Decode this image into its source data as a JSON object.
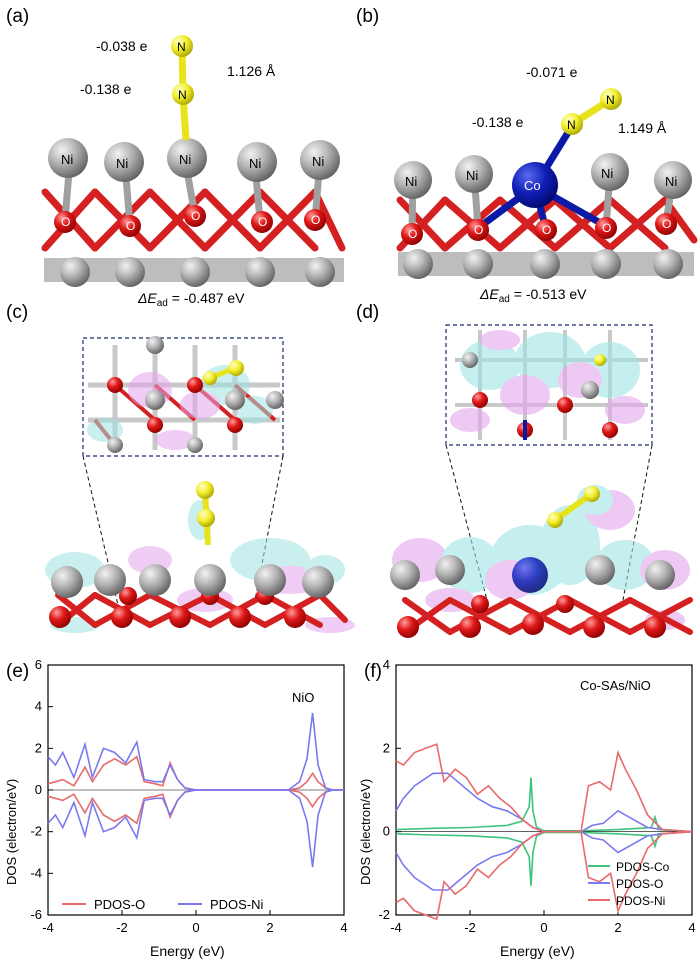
{
  "panels": {
    "a": {
      "label": "(a)",
      "charge_top": "-0.038 e",
      "charge_low": "-0.138 e",
      "bond": "1.126 Å",
      "atom_labels": [
        "Ni",
        "Ni",
        "Ni",
        "Ni",
        "Ni"
      ],
      "o_label": "O",
      "energy_prefix": "ΔE",
      "energy_sub": "ad",
      "energy_value": " = -0.487 eV",
      "n_label": "N"
    },
    "b": {
      "label": "(b)",
      "charge_top": "-0.071 e",
      "charge_low": "-0.138 e",
      "bond": "1.149 Å",
      "atom_labels": [
        "Ni",
        "Ni",
        "Ni",
        "Ni"
      ],
      "co_label": "Co",
      "o_label": "O",
      "energy_prefix": "ΔE",
      "energy_sub": "ad",
      "energy_value": " = -0.513 eV",
      "n_label": "N"
    },
    "c": {
      "label": "(c)"
    },
    "d": {
      "label": "(d)"
    }
  },
  "colors": {
    "ni": "#9a9a9a",
    "o": "#d81e1e",
    "n": "#f2ee2a",
    "co": "#0a1aa6",
    "cyan_iso": "#9fe3e3",
    "pink_iso": "#e4a6ec",
    "pdos_o_e": "#e86a6a",
    "pdos_ni_e": "#7a7af0",
    "pdos_co": "#3cc47a",
    "pdos_o_f": "#7a7af0",
    "pdos_ni_f": "#e86a6a"
  },
  "chart_data": [
    {
      "id": "e",
      "panel_label": "(e)",
      "type": "line",
      "annotation": "NiO",
      "xlabel": "Energy (eV)",
      "ylabel": "DOS (electron/eV)",
      "xlim": [
        -4,
        4
      ],
      "ylim": [
        -6,
        6
      ],
      "xticks": [
        "-4",
        "-2",
        "0",
        "2",
        "4"
      ],
      "yticks": [
        "-6",
        "-4",
        "-2",
        "0",
        "2",
        "4",
        "6"
      ],
      "legend_position": "bottom",
      "series": [
        {
          "name": "PDOS-O",
          "color": "#e86a6a",
          "x": [
            -4.0,
            -3.6,
            -3.3,
            -3.0,
            -2.8,
            -2.5,
            -2.2,
            -1.9,
            -1.6,
            -1.4,
            -1.1,
            -0.9,
            -0.7,
            -0.5,
            -0.3,
            0.0,
            2.5,
            2.8,
            3.0,
            3.15,
            3.3,
            3.5,
            3.7,
            4.0
          ],
          "y": [
            0.3,
            0.5,
            0.2,
            1.1,
            0.4,
            1.2,
            1.5,
            1.2,
            1.6,
            0.4,
            0.3,
            0.2,
            1.3,
            0.5,
            0.1,
            0.0,
            0.0,
            0.1,
            0.4,
            0.8,
            0.4,
            0.1,
            0.0,
            0.0
          ]
        },
        {
          "name": "PDOS-Ni",
          "color": "#7a7af0",
          "x": [
            -4.0,
            -3.8,
            -3.6,
            -3.3,
            -3.0,
            -2.8,
            -2.5,
            -2.2,
            -1.9,
            -1.6,
            -1.4,
            -1.1,
            -0.9,
            -0.7,
            -0.5,
            -0.3,
            0.0,
            2.5,
            2.8,
            3.0,
            3.15,
            3.3,
            3.5,
            3.7,
            4.0
          ],
          "y": [
            1.6,
            1.2,
            1.8,
            0.6,
            2.2,
            0.6,
            2.0,
            1.8,
            1.3,
            2.3,
            0.5,
            0.4,
            0.4,
            1.2,
            0.5,
            0.1,
            0.0,
            0.0,
            0.4,
            1.5,
            3.7,
            1.2,
            0.1,
            0.0,
            0.0
          ]
        }
      ]
    },
    {
      "id": "f",
      "panel_label": "(f)",
      "type": "line",
      "annotation": "Co-SAs/NiO",
      "xlabel": "Energy (eV)",
      "ylabel": "DOS (electron/eV)",
      "xlim": [
        -4,
        4
      ],
      "ylim": [
        -2,
        4
      ],
      "xticks": [
        "-4",
        "-2",
        "0",
        "2",
        "4"
      ],
      "yticks": [
        "-2",
        "0",
        "2",
        "4"
      ],
      "legend_position": "bottom-right",
      "series": [
        {
          "name": "PDOS-Co",
          "color": "#3cc47a",
          "x": [
            -4.0,
            -3.0,
            -2.0,
            -1.0,
            -0.6,
            -0.4,
            -0.35,
            -0.3,
            -0.2,
            0.0,
            1.0,
            2.0,
            2.9,
            3.0,
            3.1,
            4.0
          ],
          "y": [
            0.05,
            0.08,
            0.1,
            0.15,
            0.25,
            0.6,
            1.3,
            0.5,
            0.1,
            0.02,
            0.02,
            0.05,
            0.1,
            0.35,
            0.05,
            0.0
          ]
        },
        {
          "name": "PDOS-O",
          "color": "#7a7af0",
          "x": [
            -4.0,
            -3.8,
            -3.5,
            -3.0,
            -2.6,
            -2.2,
            -1.8,
            -1.4,
            -1.0,
            -0.6,
            -0.3,
            0.0,
            1.0,
            1.3,
            1.6,
            2.0,
            2.4,
            2.8,
            3.2,
            4.0
          ],
          "y": [
            0.5,
            0.8,
            1.1,
            1.4,
            1.4,
            1.1,
            0.8,
            0.6,
            0.5,
            0.3,
            0.1,
            0.0,
            0.0,
            0.15,
            0.2,
            0.5,
            0.3,
            0.1,
            0.05,
            0.0
          ]
        },
        {
          "name": "PDOS-Ni",
          "color": "#e86a6a",
          "x": [
            -4.0,
            -3.8,
            -3.5,
            -3.2,
            -2.9,
            -2.7,
            -2.4,
            -2.1,
            -1.8,
            -1.5,
            -1.2,
            -0.9,
            -0.6,
            -0.3,
            0.0,
            1.0,
            1.2,
            1.5,
            1.8,
            2.0,
            2.2,
            2.5,
            2.8,
            3.2,
            4.0
          ],
          "y": [
            1.7,
            1.6,
            1.9,
            2.0,
            2.1,
            1.2,
            1.5,
            1.3,
            0.9,
            1.1,
            0.8,
            0.6,
            0.3,
            0.1,
            0.0,
            0.0,
            1.1,
            1.2,
            1.0,
            1.9,
            1.5,
            1.0,
            0.4,
            0.05,
            0.0
          ]
        }
      ]
    }
  ]
}
